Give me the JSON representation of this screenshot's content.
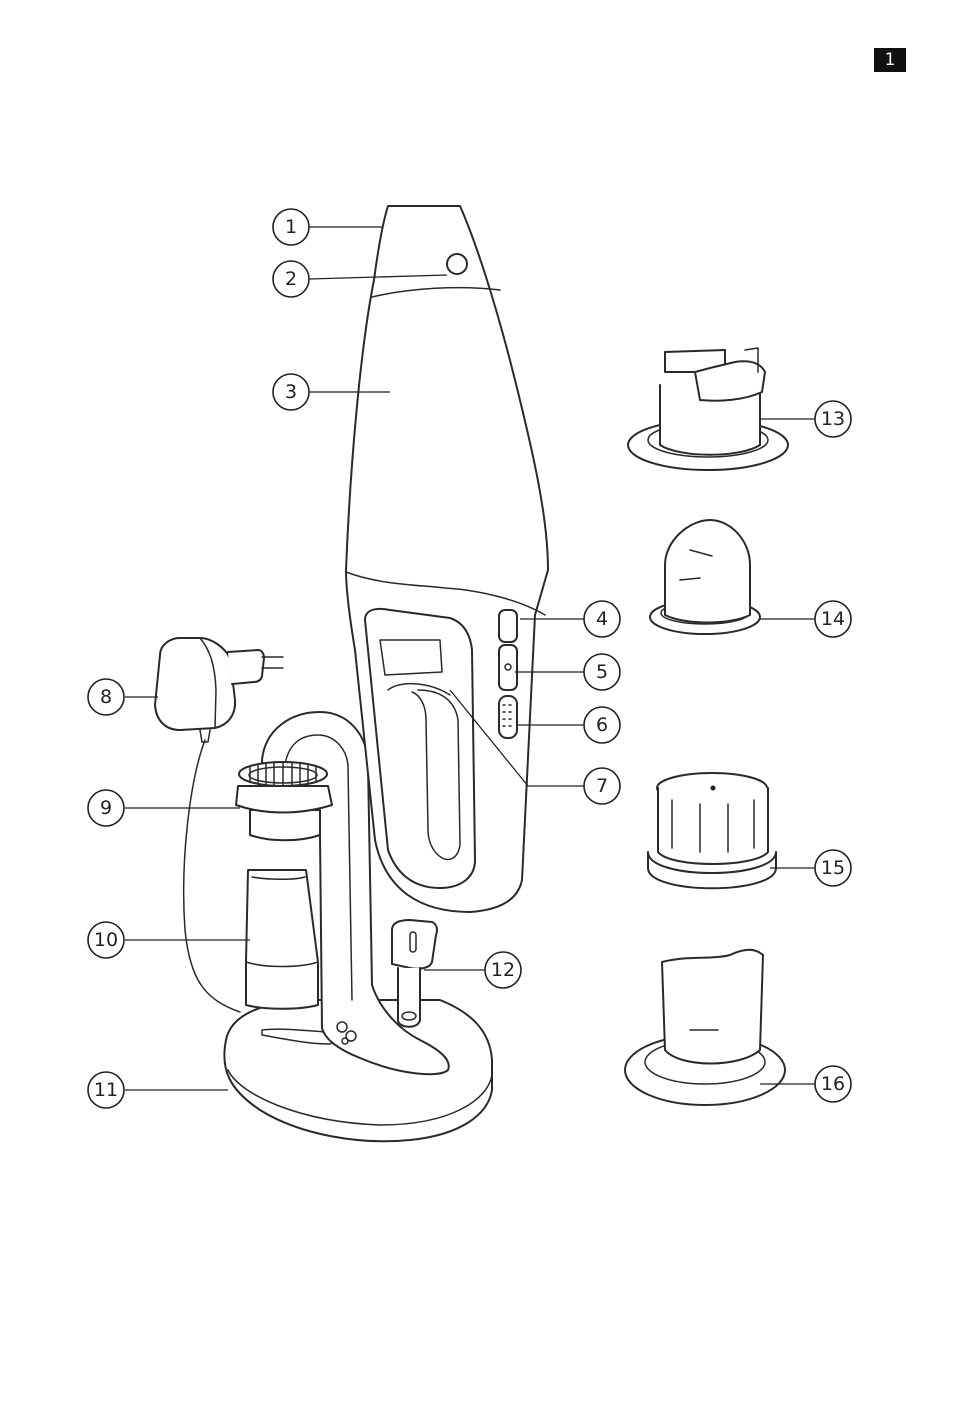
{
  "page_number": "1",
  "callouts": [
    {
      "id": "1",
      "label": "1"
    },
    {
      "id": "2",
      "label": "2"
    },
    {
      "id": "3",
      "label": "3"
    },
    {
      "id": "4",
      "label": "4"
    },
    {
      "id": "5",
      "label": "5"
    },
    {
      "id": "6",
      "label": "6"
    },
    {
      "id": "7",
      "label": "7"
    },
    {
      "id": "8",
      "label": "8"
    },
    {
      "id": "9",
      "label": "9"
    },
    {
      "id": "10",
      "label": "10"
    },
    {
      "id": "11",
      "label": "11"
    },
    {
      "id": "12",
      "label": "12"
    },
    {
      "id": "13",
      "label": "13"
    },
    {
      "id": "14",
      "label": "14"
    },
    {
      "id": "15",
      "label": "15"
    },
    {
      "id": "16",
      "label": "16"
    }
  ]
}
